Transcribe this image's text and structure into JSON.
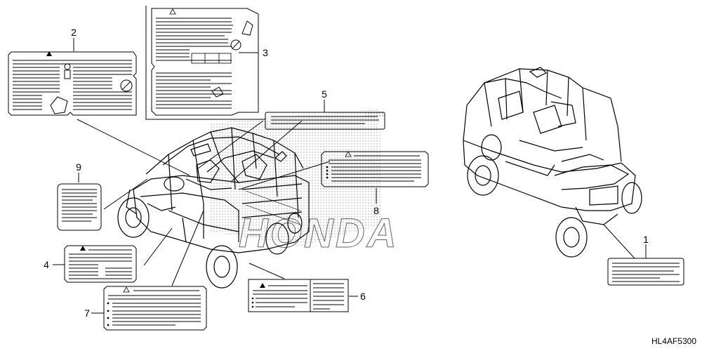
{
  "diagram_code": "HL4AF5300",
  "callouts": [
    "1",
    "2",
    "3",
    "4",
    "5",
    "6",
    "7",
    "8",
    "9"
  ],
  "watermark": "HONDA"
}
